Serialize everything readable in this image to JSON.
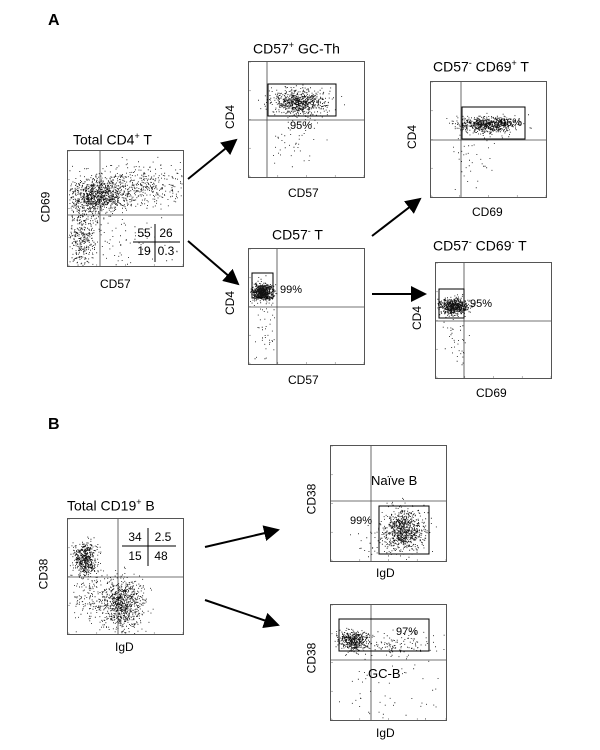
{
  "panel_a": {
    "letter": "A",
    "total_cd4": {
      "title_main": "Total CD4",
      "title_sup": "+",
      "title_tail": " T",
      "xlabel": "CD57",
      "ylabel": "CD69",
      "quadrants": {
        "ul": "55",
        "ur": "26",
        "ll": "19",
        "lr": "0.3"
      }
    },
    "cd57pos": {
      "title_main": "CD57",
      "title_sup": "+",
      "title_tail": " GC-Th",
      "xlabel": "CD57",
      "ylabel": "CD4",
      "percent": "95%"
    },
    "cd57neg": {
      "title_main": "CD57",
      "title_sup": "-",
      "title_tail": " T",
      "xlabel": "CD57",
      "ylabel": "CD4",
      "percent": "99%"
    },
    "cd57neg_cd69pos": {
      "title_a": "CD57",
      "sup_a": "-",
      "title_b": " CD69",
      "sup_b": "+",
      "title_tail": " T",
      "xlabel": "CD69",
      "ylabel": "CD4",
      "percent": "96%"
    },
    "cd57neg_cd69neg": {
      "title_a": "CD57",
      "sup_a": "-",
      "title_b": " CD69",
      "sup_b": "-",
      "title_tail": " T",
      "xlabel": "CD69",
      "ylabel": "CD4",
      "percent": "95%"
    }
  },
  "panel_b": {
    "letter": "B",
    "total_cd19": {
      "title_main": "Total CD19",
      "title_sup": "+",
      "title_tail": " B",
      "xlabel": "IgD",
      "ylabel": "CD38",
      "quadrants": {
        "ul": "34",
        "ur": "2.5",
        "ll": "15",
        "lr": "48"
      }
    },
    "naive_b": {
      "gate_name": "Naïve B",
      "xlabel": "IgD",
      "ylabel": "CD38",
      "percent": "99%"
    },
    "gc_b": {
      "gate_name": "GC-B",
      "xlabel": "IgD",
      "ylabel": "CD38",
      "percent": "97%"
    }
  }
}
